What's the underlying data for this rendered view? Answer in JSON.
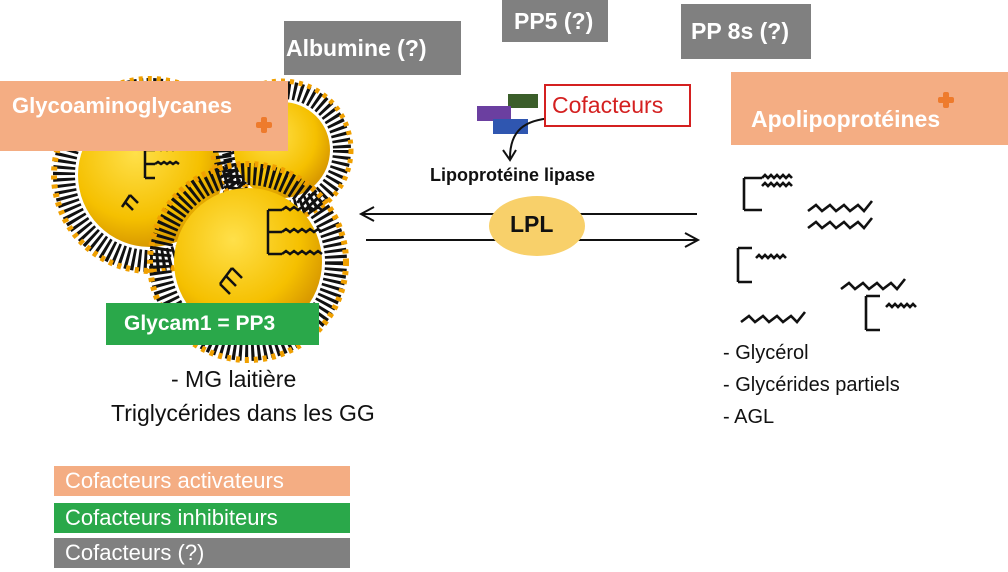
{
  "labels": {
    "albumine": "Albumine  (?)",
    "pp5": "PP5 (?)",
    "pp8s": "PP 8s (?)",
    "glycoaminoglycanes": "Glycoaminoglycanes",
    "apolipoproteines": "Apolipoprotéines",
    "cofacteurs": "Cofacteurs",
    "lipoproteine_lipase": "Lipoprotéine lipase",
    "lpl": "LPL",
    "glycam": "Glycam1 = PP3"
  },
  "substrate_text": {
    "line1": "- MG laitière",
    "line2": "Triglycérides dans les GG"
  },
  "products": [
    "- Glycérol",
    "- Glycérides partiels",
    "- AGL"
  ],
  "legend": [
    {
      "label": "Cofacteurs activateurs",
      "color": "#f4ad83"
    },
    {
      "label": "Cofacteurs inhibiteurs",
      "color": "#2aa84a"
    },
    {
      "label": "Cofacteurs (?)",
      "color": "#808080"
    }
  ],
  "colors": {
    "grey_unknown": "#808080",
    "activator": "#f4ad83",
    "inhibitor": "#2aa84a",
    "plus_sign": "#ee7b2c",
    "cofacteurs_border": "#d42020",
    "lpl_fill": "#f8d06a"
  }
}
